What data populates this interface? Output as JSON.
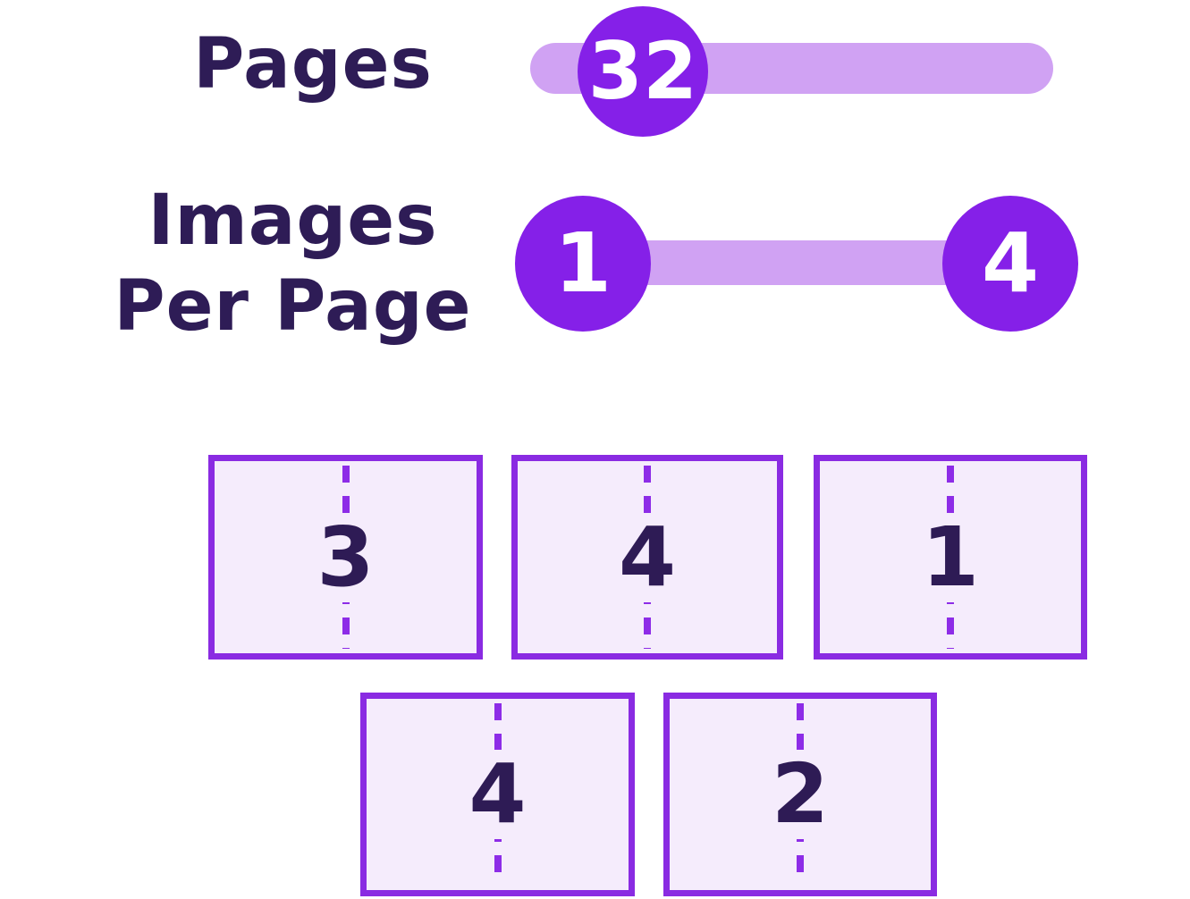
{
  "pages_slider": {
    "label": "Pages",
    "value": "32"
  },
  "images_slider": {
    "label_line1": "Images",
    "label_line2": "Per Page",
    "min": "1",
    "max": "4"
  },
  "cards": {
    "row1": [
      {
        "value": "3"
      },
      {
        "value": "4"
      },
      {
        "value": "1"
      }
    ],
    "row2": [
      {
        "value": "4"
      },
      {
        "value": "2"
      }
    ]
  },
  "colors": {
    "accent": "#8520e8",
    "track": "#d0a2f3",
    "label_text": "#2e1c56",
    "card_bg": "#f5ecfc",
    "card_border": "#8a2be2",
    "dash": "#8d2ce7",
    "number_text": "#2e1b55",
    "knob_text": "#ffffff",
    "page_bg": "#ffffff"
  }
}
